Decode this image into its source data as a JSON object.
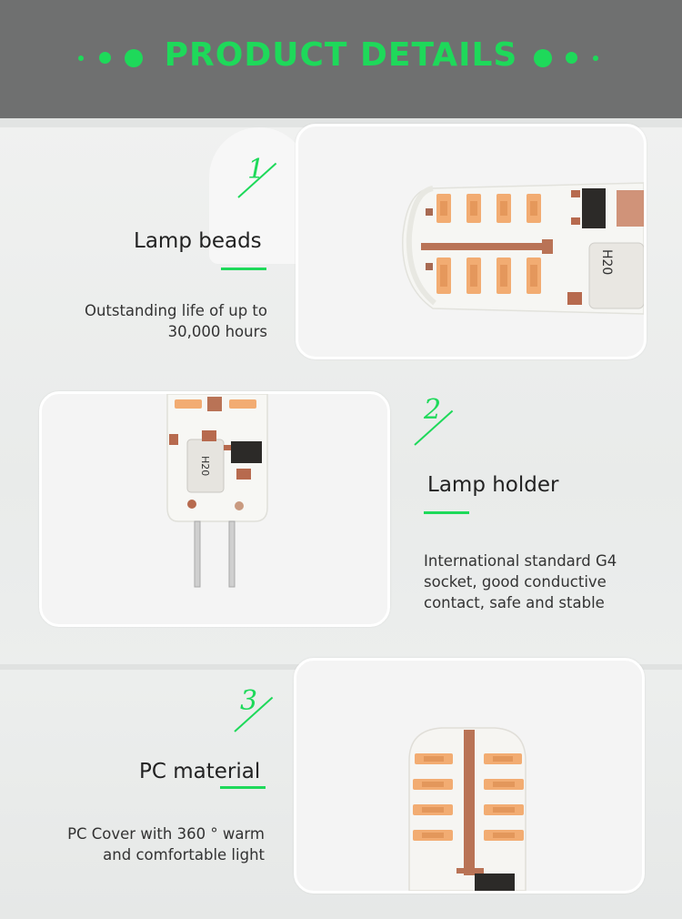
{
  "header": {
    "title": "PRODUCT DETAILS",
    "accent_color": "#1ed95a",
    "background_color": "#6f7070"
  },
  "features": [
    {
      "number": "1",
      "title": "Lamp beads",
      "description_line1": "Outstanding life of up to",
      "description_line2": "30,000 hours"
    },
    {
      "number": "2",
      "title": "Lamp holder",
      "description_line1": "International standard G4",
      "description_line2": "socket, good conductive",
      "description_line3": "contact, safe and stable"
    },
    {
      "number": "3",
      "title": "PC material",
      "description_line1": "PC Cover with 360 ° warm",
      "description_line2": "and comfortable light"
    }
  ],
  "product_images": {
    "image1": "lamp-beads-closeup",
    "image2": "g4-lamp-holder",
    "image3": "pc-cover-closeup",
    "chip_marking": "H20"
  }
}
